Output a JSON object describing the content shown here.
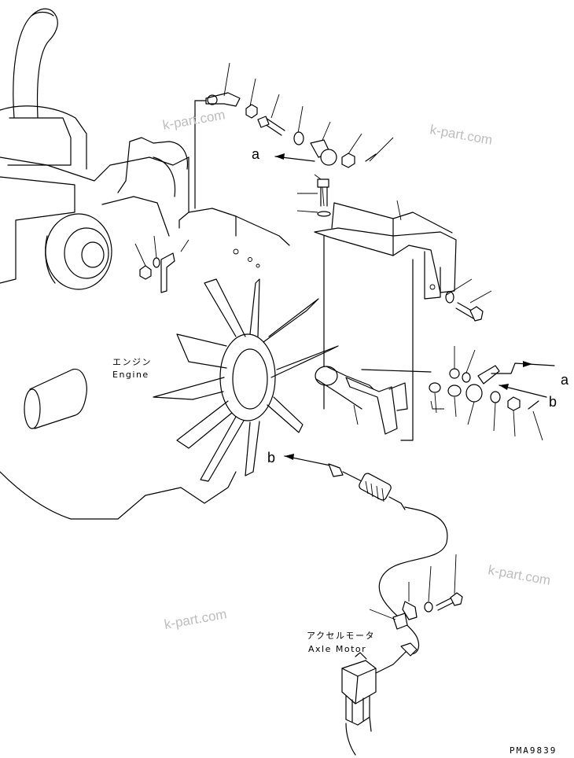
{
  "labels": {
    "engine_jp": "エンジン",
    "engine_en": "Engine",
    "motor_jp": "アクセルモータ",
    "motor_en": "Axle Motor",
    "ref_a_top": "a",
    "ref_a_right": "a",
    "ref_b_right": "b",
    "ref_b_left": "b"
  },
  "watermarks": [
    "k-part.com",
    "k-part.com",
    "k-part.com",
    "k-part.com"
  ],
  "drawing_code": "PMA9839"
}
